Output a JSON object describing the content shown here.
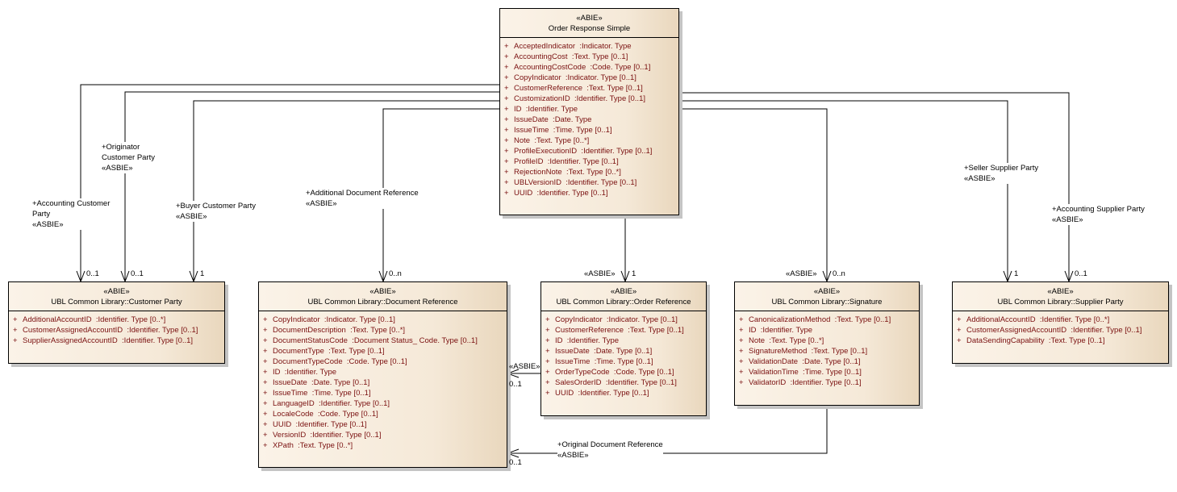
{
  "classes": {
    "order_response": {
      "stereotype": "«ABIE»",
      "name": "Order Response Simple",
      "attributes": [
        {
          "vis": "+",
          "text": "AcceptedIndicator  :Indicator. Type"
        },
        {
          "vis": "+",
          "text": "AccountingCost  :Text. Type [0..1]"
        },
        {
          "vis": "+",
          "text": "AccountingCostCode  :Code. Type [0..1]"
        },
        {
          "vis": "+",
          "text": "CopyIndicator  :Indicator. Type [0..1]"
        },
        {
          "vis": "+",
          "text": "CustomerReference  :Text. Type [0..1]"
        },
        {
          "vis": "+",
          "text": "CustomizationID  :Identifier. Type [0..1]"
        },
        {
          "vis": "+",
          "text": "ID  :Identifier. Type"
        },
        {
          "vis": "+",
          "text": "IssueDate  :Date. Type"
        },
        {
          "vis": "+",
          "text": "IssueTime  :Time. Type [0..1]"
        },
        {
          "vis": "+",
          "text": "Note  :Text. Type [0..*]"
        },
        {
          "vis": "+",
          "text": "ProfileExecutionID  :Identifier. Type [0..1]"
        },
        {
          "vis": "+",
          "text": "ProfileID  :Identifier. Type [0..1]"
        },
        {
          "vis": "+",
          "text": "RejectionNote  :Text. Type [0..*]"
        },
        {
          "vis": "+",
          "text": "UBLVersionID  :Identifier. Type [0..1]"
        },
        {
          "vis": "+",
          "text": "UUID  :Identifier. Type [0..1]"
        }
      ]
    },
    "customer_party": {
      "stereotype": "«ABIE»",
      "name": "UBL Common Library::Customer Party",
      "attributes": [
        {
          "vis": "+",
          "text": "AdditionalAccountID  :Identifier. Type [0..*]"
        },
        {
          "vis": "+",
          "text": "CustomerAssignedAccountID  :Identifier. Type [0..1]"
        },
        {
          "vis": "+",
          "text": "SupplierAssignedAccountID  :Identifier. Type [0..1]"
        }
      ]
    },
    "document_reference": {
      "stereotype": "«ABIE»",
      "name": "UBL Common Library::Document Reference",
      "attributes": [
        {
          "vis": "+",
          "text": "CopyIndicator  :Indicator. Type [0..1]"
        },
        {
          "vis": "+",
          "text": "DocumentDescription  :Text. Type [0..*]"
        },
        {
          "vis": "+",
          "text": "DocumentStatusCode  :Document Status_ Code. Type [0..1]"
        },
        {
          "vis": "+",
          "text": "DocumentType  :Text. Type [0..1]"
        },
        {
          "vis": "+",
          "text": "DocumentTypeCode  :Code. Type [0..1]"
        },
        {
          "vis": "+",
          "text": "ID  :Identifier. Type"
        },
        {
          "vis": "+",
          "text": "IssueDate  :Date. Type [0..1]"
        },
        {
          "vis": "+",
          "text": "IssueTime  :Time. Type [0..1]"
        },
        {
          "vis": "+",
          "text": "LanguageID  :Identifier. Type [0..1]"
        },
        {
          "vis": "+",
          "text": "LocaleCode  :Code. Type [0..1]"
        },
        {
          "vis": "+",
          "text": "UUID  :Identifier. Type [0..1]"
        },
        {
          "vis": "+",
          "text": "VersionID  :Identifier. Type [0..1]"
        },
        {
          "vis": "+",
          "text": "XPath  :Text. Type [0..*]"
        }
      ]
    },
    "order_reference": {
      "stereotype": "«ABIE»",
      "name": "UBL Common Library::Order Reference",
      "attributes": [
        {
          "vis": "+",
          "text": "CopyIndicator  :Indicator. Type [0..1]"
        },
        {
          "vis": "+",
          "text": "CustomerReference  :Text. Type [0..1]"
        },
        {
          "vis": "+",
          "text": "ID  :Identifier. Type"
        },
        {
          "vis": "+",
          "text": "IssueDate  :Date. Type [0..1]"
        },
        {
          "vis": "+",
          "text": "IssueTime  :Time. Type [0..1]"
        },
        {
          "vis": "+",
          "text": "OrderTypeCode  :Code. Type [0..1]"
        },
        {
          "vis": "+",
          "text": "SalesOrderID  :Identifier. Type [0..1]"
        },
        {
          "vis": "+",
          "text": "UUID  :Identifier. Type [0..1]"
        }
      ]
    },
    "signature": {
      "stereotype": "«ABIE»",
      "name": "UBL Common Library::Signature",
      "attributes": [
        {
          "vis": "+",
          "text": "CanonicalizationMethod  :Text. Type [0..1]"
        },
        {
          "vis": "+",
          "text": "ID  :Identifier. Type"
        },
        {
          "vis": "+",
          "text": "Note  :Text. Type [0..*]"
        },
        {
          "vis": "+",
          "text": "SignatureMethod  :Text. Type [0..1]"
        },
        {
          "vis": "+",
          "text": "ValidationDate  :Date. Type [0..1]"
        },
        {
          "vis": "+",
          "text": "ValidationTime  :Time. Type [0..1]"
        },
        {
          "vis": "+",
          "text": "ValidatorID  :Identifier. Type [0..1]"
        }
      ]
    },
    "supplier_party": {
      "stereotype": "«ABIE»",
      "name": "UBL Common Library::Supplier Party",
      "attributes": [
        {
          "vis": "+",
          "text": "AdditionalAccountID  :Identifier. Type [0..*]"
        },
        {
          "vis": "+",
          "text": "CustomerAssignedAccountID  :Identifier. Type [0..1]"
        },
        {
          "vis": "+",
          "text": "DataSendingCapability  :Text. Type [0..1]"
        }
      ]
    }
  },
  "associations": {
    "accounting_customer": {
      "role_line1": "+Accounting Customer",
      "role_line2": "Party",
      "stereotype": "«ASBIE»",
      "multiplicity": "0..1"
    },
    "originator_customer": {
      "role_line1": "+Originator",
      "role_line2": "Customer Party",
      "stereotype": "«ASBIE»",
      "multiplicity": "0..1"
    },
    "buyer_customer": {
      "role": "+Buyer Customer Party",
      "stereotype": "«ASBIE»",
      "multiplicity": "1"
    },
    "additional_document": {
      "role": "+Additional Document Reference",
      "stereotype": "«ASBIE»",
      "multiplicity": "0..n"
    },
    "order_reference": {
      "stereotype": "«ASBIE»",
      "multiplicity": "1"
    },
    "signature": {
      "stereotype": "«ASBIE»",
      "multiplicity": "0..n"
    },
    "seller_supplier": {
      "role": "+Seller Supplier Party",
      "stereotype": "«ASBIE»",
      "multiplicity": "1"
    },
    "accounting_supplier": {
      "role": "+Accounting Supplier Party",
      "stereotype": "«ASBIE»",
      "multiplicity": "0..1"
    },
    "orderref_docref": {
      "stereotype": "«ASBIE»",
      "multiplicity": "0..1"
    },
    "original_document": {
      "role": "+Original Document Reference",
      "stereotype": "«ASBIE»",
      "multiplicity": "0..1"
    }
  }
}
